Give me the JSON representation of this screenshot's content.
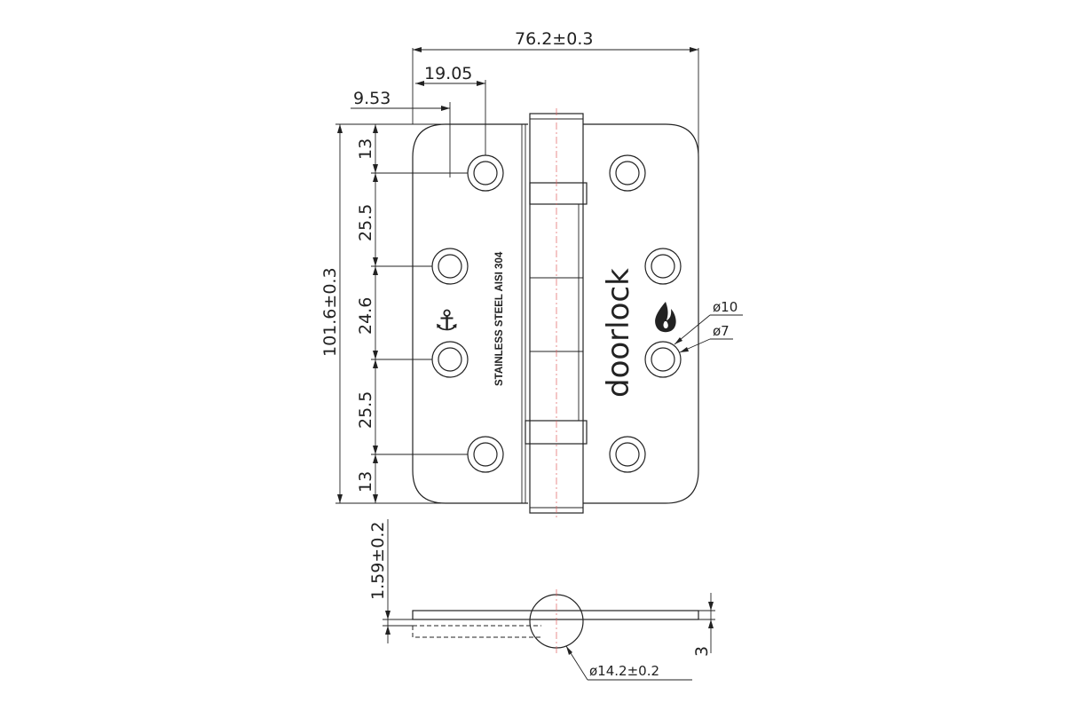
{
  "drawing": {
    "width_label": "76.2±0.3",
    "offset_outer_label": "19.05",
    "offset_inner_label": "9.53",
    "height_label": "101.6±0.3",
    "hole_spacing": [
      "13",
      "25.5",
      "24.6",
      "25.5",
      "13"
    ],
    "countersink_outer_label": "ø10",
    "countersink_inner_label": "ø7",
    "leaf_thickness_label": "1.59±0.2",
    "closed_thickness_label": "3",
    "knuckle_diameter_label": "ø14.2±0.2",
    "material_text": "STAINLESS STEEL AISI 304",
    "brand_text": "doorlock",
    "anchor_icon": "anchor-icon",
    "flame_icon": "flame-icon"
  }
}
